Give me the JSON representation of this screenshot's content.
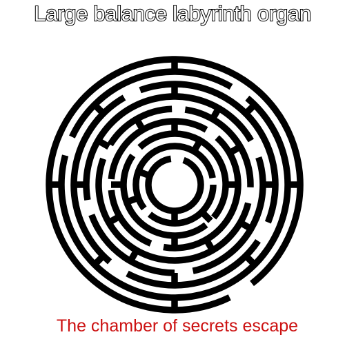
{
  "title": "Large balance labyrinth organ",
  "caption": "The chamber of secrets escape",
  "colors": {
    "title_fill": "#ffffff",
    "title_outline": "#000000",
    "maze_wall": "#000000",
    "background": "#ffffff",
    "caption": "#cc1111"
  },
  "maze": {
    "shape": "circular labyrinth",
    "ring_count": 8
  }
}
